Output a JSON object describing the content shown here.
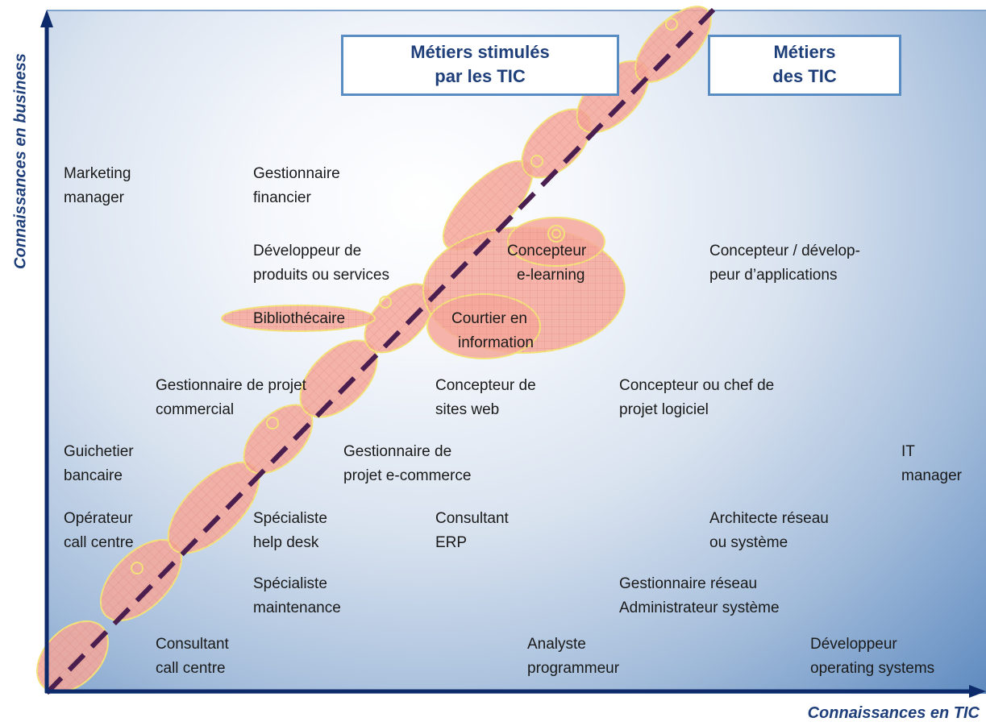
{
  "category_boxes": [
    {
      "id": "stimulated",
      "lines": [
        "Métiers stimulés",
        "par les TIC"
      ]
    },
    {
      "id": "ict",
      "lines": [
        "Métiers",
        "des TIC"
      ]
    }
  ],
  "axes": {
    "y_label": "Connaissances en business",
    "x_label": "Connaissances en TIC"
  },
  "jobs": [
    {
      "lines": [
        "Marketing",
        "manager"
      ]
    },
    {
      "lines": [
        "Gestionnaire",
        "financier"
      ]
    },
    {
      "lines": [
        "Développeur de",
        "produits ou services"
      ]
    },
    {
      "lines": [
        "Concepteur",
        "e-learning"
      ]
    },
    {
      "lines": [
        "Concepteur / dévelop-",
        "peur d’applications"
      ]
    },
    {
      "lines": [
        "Bibliothécaire"
      ]
    },
    {
      "lines": [
        "Courtier en",
        "information"
      ]
    },
    {
      "lines": [
        "Gestionnaire de projet",
        "commercial"
      ]
    },
    {
      "lines": [
        "Concepteur de",
        "sites web"
      ]
    },
    {
      "lines": [
        "Concepteur ou chef de",
        "projet logiciel"
      ]
    },
    {
      "lines": [
        "Guichetier",
        "bancaire"
      ]
    },
    {
      "lines": [
        "Gestionnaire de",
        "projet e-commerce"
      ]
    },
    {
      "lines": [
        "IT",
        "manager"
      ]
    },
    {
      "lines": [
        "Opérateur",
        "call centre"
      ]
    },
    {
      "lines": [
        "Spécialiste",
        "help desk"
      ]
    },
    {
      "lines": [
        "Consultant",
        "ERP"
      ]
    },
    {
      "lines": [
        "Architecte réseau",
        "ou système"
      ]
    },
    {
      "lines": [
        "Spécialiste",
        "maintenance"
      ]
    },
    {
      "lines": [
        "Gestionnaire réseau",
        "Administrateur système"
      ]
    },
    {
      "lines": [
        "Consultant",
        "call centre"
      ]
    },
    {
      "lines": [
        "Analyste",
        "programmeur"
      ]
    },
    {
      "lines": [
        "Développeur",
        "operating systems"
      ]
    }
  ],
  "colors": {
    "axis": "#0d2a6b",
    "cloud_fill": "#f4a79a",
    "cloud_stroke": "#f3e27a",
    "dashed_line": "#4a1f4f",
    "box_border": "#5a8cc4",
    "box_text": "#1f3f7a"
  }
}
